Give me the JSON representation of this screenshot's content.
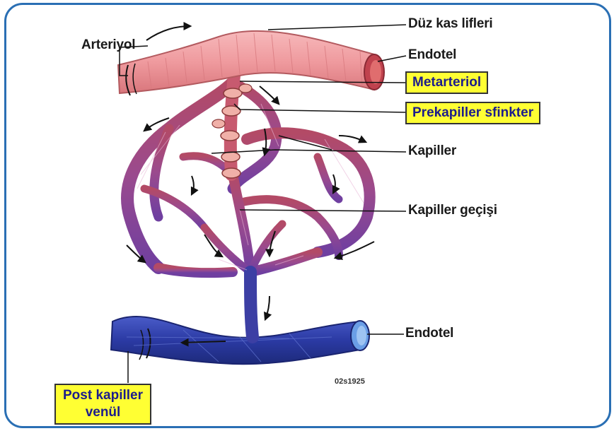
{
  "labels": {
    "duz_kas_lifleri": "Düz kas lifleri",
    "endotel_top": "Endotel",
    "arteriyol": "Arteriyol",
    "metarteriol": "Metarteriol",
    "prekapiller_sfinkter": "Prekapiller sfinkter",
    "kapiller": "Kapiller",
    "kapiller_gecisi": "Kapiller geçişi",
    "endotel_bottom": "Endotel",
    "post_kapiller_line1": "Post kapiller",
    "post_kapiller_line2": "venül",
    "figure_code": "02s1925"
  },
  "colors": {
    "frame": "#2a6fb4",
    "arteriole": "#f2a0a4",
    "capillary_top": "#b0506e",
    "capillary_bottom": "#7a3f9c",
    "venule": "#2e3ea8",
    "highlight_box": "#ffff33"
  }
}
